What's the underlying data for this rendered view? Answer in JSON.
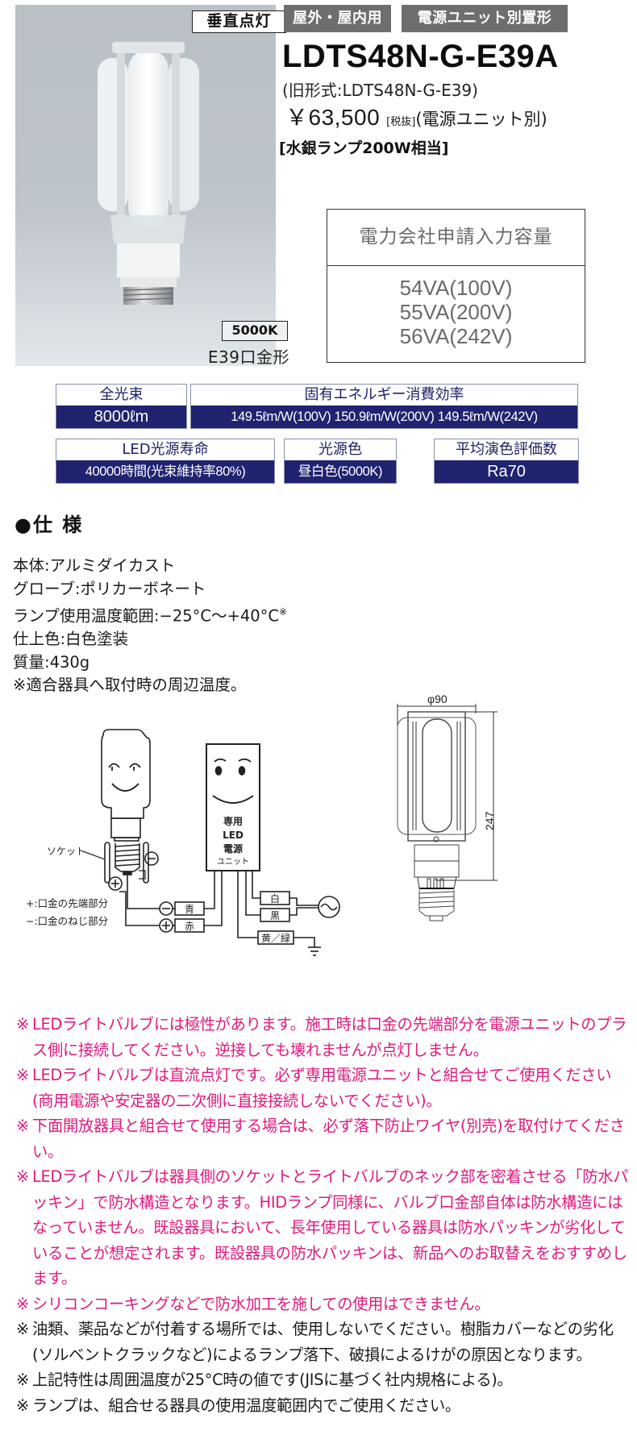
{
  "photo": {
    "lighting_badge": "垂直点灯",
    "color_temp_badge": "5000K",
    "base_type": "E39口金形"
  },
  "tags": [
    "屋外・屋内用",
    "電源ユニット別置形"
  ],
  "product": {
    "model": "LDTS48N-G-E39A",
    "old_model": "(旧形式:LDTS48N-G-E39)",
    "price": "￥63,500",
    "price_tax": "[税抜]",
    "price_note": "(電源ユニット別)",
    "equivalent": "[水銀ランプ200W相当]"
  },
  "capacity_table": {
    "header": "電力会社申請入力容量",
    "rows": [
      "54VA(100V)",
      "55VA(200V)",
      "56VA(242V)"
    ]
  },
  "spec_boxes": [
    {
      "label": "全光束",
      "value": "8000ℓm"
    },
    {
      "label": "固有エネルギー消費効率",
      "value": "149.5ℓm/W(100V) 150.9ℓm/W(200V) 149.5ℓm/W(242V)"
    },
    {
      "label": "LED光源寿命",
      "value": "40000時間(光束維持率80%)"
    },
    {
      "label": "光源色",
      "value": "昼白色(5000K)"
    },
    {
      "label": "平均演色評価数",
      "value": "Ra70"
    }
  ],
  "specs": {
    "title": "●仕 様",
    "items": [
      "本体:アルミダイカスト",
      "グローブ:ポリカーボネート",
      "ランプ使用温度範囲:−25°C〜+40°C",
      "仕上色:白色塗装",
      "質量:430g",
      "※適合器具へ取付時の周辺温度。"
    ],
    "temp_footnote_mark": "※"
  },
  "wiring_diagram": {
    "socket_label": "ソケット",
    "legend_plus": "+:口金の先端部分",
    "legend_minus": "−:口金のねじ部分",
    "unit_label": [
      "専用",
      "LED",
      "電源",
      "ユニット"
    ],
    "wires": {
      "blue": "青",
      "red": "赤",
      "white": "白",
      "black": "黒",
      "ground": "黄／緑"
    }
  },
  "dimension_drawing": {
    "diameter": "φ90",
    "height": "247"
  },
  "notes": [
    {
      "color": "pink",
      "text": "LEDライトバルブには極性があります。施工時は口金の先端部分を電源ユニットのプラス側に接続してください。逆接しても壊れませんが点灯しません。"
    },
    {
      "color": "pink",
      "text": "LEDライトバルブは直流点灯です。必ず専用電源ユニットと組合せてご使用ください(商用電源や安定器の二次側に直接接続しないでください)。"
    },
    {
      "color": "pink",
      "text": "下面開放器具と組合せて使用する場合は、必ず落下防止ワイヤ(別売)を取付けてください。"
    },
    {
      "color": "pink",
      "text": "LEDライトバルブは器具側のソケットとライトバルブのネック部を密着させる「防水パッキン」で防水構造となります。HIDランプ同様に、バルブ口金部自体は防水構造にはなっていません。既設器具において、長年使用している器具は防水パッキンが劣化していることが想定されます。既設器具の防水パッキンは、新品へのお取替えをおすすめします。"
    },
    {
      "color": "pink",
      "text": "シリコンコーキングなどで防水加工を施しての使用はできません。"
    },
    {
      "color": "black",
      "text": "油類、薬品などが付着する場所では、使用しないでください。樹脂カバーなどの劣化(ソルベントクラックなど)によるランプ落下、破損によるけがの原因となります。"
    },
    {
      "color": "black",
      "text": "上記特性は周囲温度が25°C時の値です(JISに基づく社内規格による)。"
    },
    {
      "color": "black",
      "text": "ランプは、組合せる器具の使用温度範囲内でご使用ください。"
    }
  ],
  "note_mark": "※",
  "colors": {
    "tag_bg": "#6e6e6e",
    "spec_navy": "#1f2370",
    "note_pink": "#e0197d",
    "capacity_gray": "#6a6a6a"
  }
}
